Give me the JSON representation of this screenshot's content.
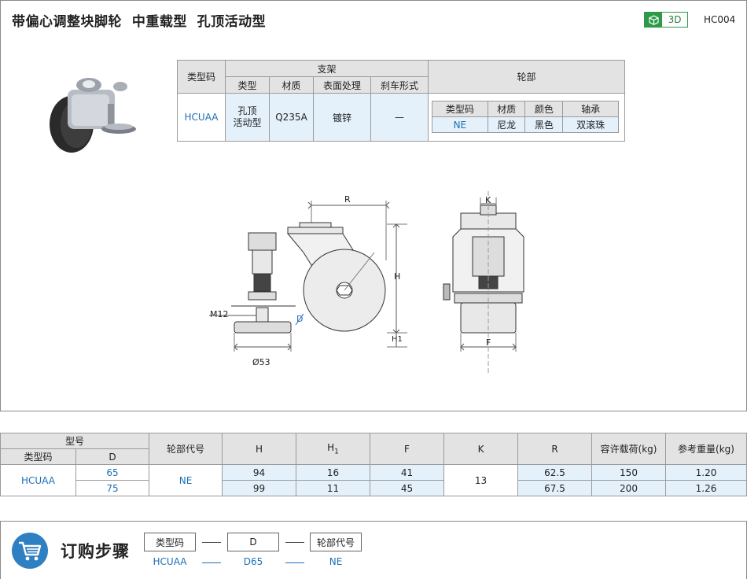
{
  "header": {
    "title": "带偏心调整块脚轮  中重载型  孔顶活动型",
    "badge": "3D",
    "code": "HC004"
  },
  "spec_table": {
    "col_type_code": "类型码",
    "bracket_group": "支架",
    "bracket_cols": [
      "类型",
      "材质",
      "表面处理",
      "刹车形式"
    ],
    "wheel_group": "轮部",
    "row": {
      "type_code": "HCUAA",
      "type": "孔顶\n活动型",
      "material": "Q235A",
      "surface": "镀锌",
      "brake": "—"
    },
    "wheel_cols": [
      "类型码",
      "材质",
      "颜色",
      "轴承"
    ],
    "wheel_row": [
      "NE",
      "尼龙",
      "黑色",
      "双滚珠"
    ]
  },
  "drawing": {
    "R": "R",
    "H": "H",
    "H1": "H1",
    "M12": "M12",
    "D": "D",
    "d53": "Ø53",
    "K": "K",
    "F": "F"
  },
  "dim_table": {
    "group": "型号",
    "sub_type": "类型码",
    "sub_d": "D",
    "wheel_code": "轮部代号",
    "h": "H",
    "h1_main": "H",
    "h1_sub": "1",
    "f": "F",
    "k": "K",
    "r": "R",
    "load": "容许载荷(kg)",
    "weight": "参考重量(kg)",
    "type_code": "HCUAA",
    "wheel_value": "NE",
    "k_value": "13",
    "rows": [
      {
        "d": "65",
        "h": "94",
        "h1": "16",
        "f": "41",
        "r": "62.5",
        "load": "150",
        "weight": "1.20"
      },
      {
        "d": "75",
        "h": "99",
        "h1": "11",
        "f": "45",
        "r": "67.5",
        "load": "200",
        "weight": "1.26"
      }
    ]
  },
  "order": {
    "title": "订购步骤",
    "boxes": [
      "类型码",
      "D",
      "轮部代号"
    ],
    "values": [
      "HCUAA",
      "D65",
      "NE"
    ]
  },
  "colors": {
    "accent_blue": "#1e6fb5",
    "header_gray": "#e3e3e3",
    "light_blue": "#e4f1fb",
    "badge_green": "#2e9a48",
    "cart_blue": "#2f7fc3"
  }
}
